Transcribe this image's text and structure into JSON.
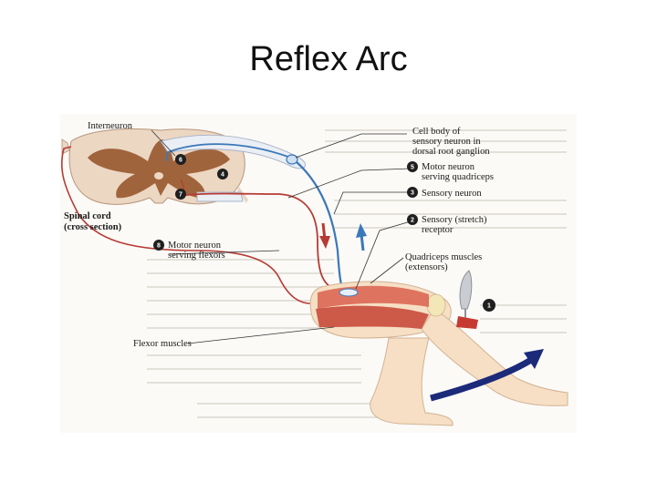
{
  "slide": {
    "title": "Reflex Arc"
  },
  "labels": {
    "interneuron": "Interneuron",
    "spinal_cord_1": "Spinal cord",
    "spinal_cord_2": "(cross section)",
    "cell_body_1": "Cell body of",
    "cell_body_2": "sensory neuron in",
    "cell_body_3": "dorsal root ganglion",
    "motor_quad_1": "Motor neuron",
    "motor_quad_2": "serving quadriceps",
    "sensory_neuron": "Sensory neuron",
    "receptor_1": "Sensory (stretch)",
    "receptor_2": "receptor",
    "quadriceps_1": "Quadriceps muscles",
    "quadriceps_2": "(extensors)",
    "motor_flex_1": "Motor neuron",
    "motor_flex_2": "serving flexors",
    "flexor_muscles": "Flexor muscles"
  },
  "markers": {
    "m1": "1",
    "m2": "2",
    "m3": "3",
    "m4": "4",
    "m5": "5",
    "m6": "6",
    "m7": "7",
    "m8": "8"
  },
  "colors": {
    "gray_matter": "#a0643c",
    "white_matter": "#ecd7c3",
    "sensory_path": "#3b78b8",
    "motor_path": "#b73a34",
    "skin": "#f6dfc4",
    "muscle": "#d9614d",
    "arrow_navy": "#1c2a7a"
  }
}
